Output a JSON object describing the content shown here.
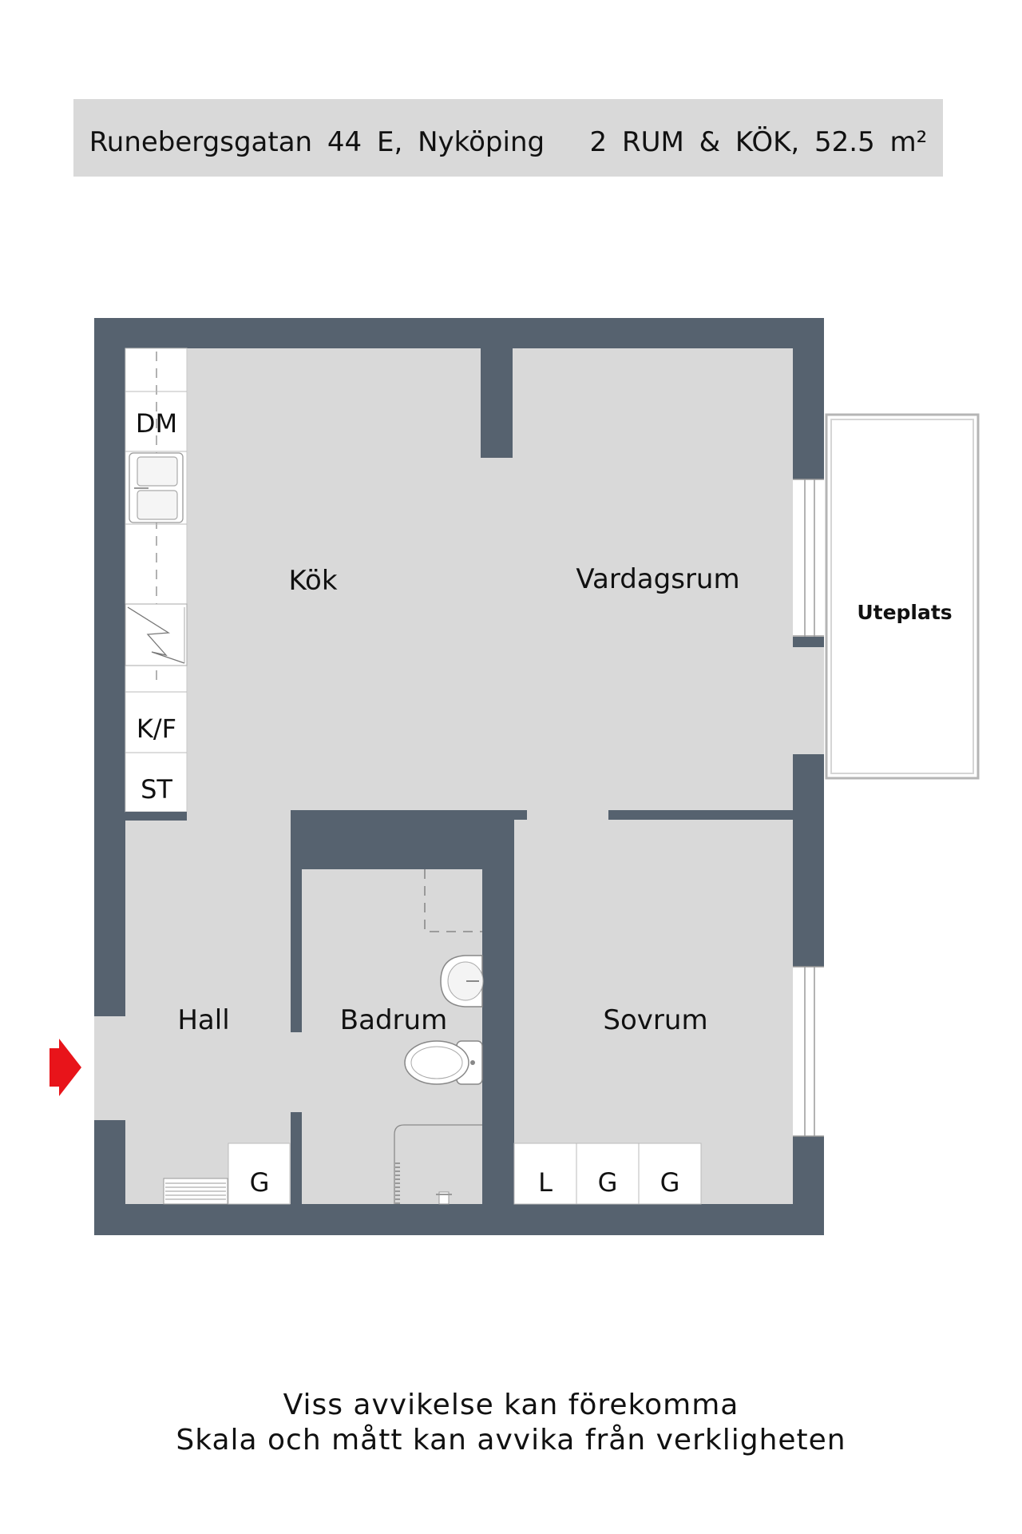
{
  "header": {
    "address": "Runebergsgatan 44 E, Nyköping",
    "summary": "2 RUM & KÖK, 52.5 m²"
  },
  "rooms": {
    "kok": "Kök",
    "vardagsrum": "Vardagsrum",
    "uteplats": "Uteplats",
    "hall": "Hall",
    "badrum": "Badrum",
    "sovrum": "Sovrum"
  },
  "fixtures": {
    "dm": "DM",
    "kf": "K/F",
    "st": "ST",
    "hall_g": "G",
    "sovrum_l": "L",
    "sovrum_g1": "G",
    "sovrum_g2": "G"
  },
  "footer": {
    "line1": "Viss avvikelse kan förekomma",
    "line2": "Skala och mått kan avvika från verkligheten"
  },
  "colors": {
    "wall": "#56626f",
    "floor": "#d9d9d9",
    "entrance_arrow": "#e8141a"
  }
}
